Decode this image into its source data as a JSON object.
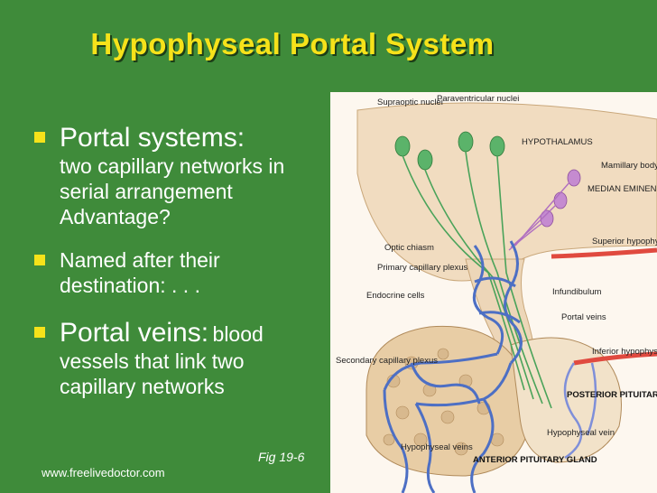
{
  "slide": {
    "title": "Hypophyseal Portal System",
    "bullets": [
      {
        "heading": "Portal systems:",
        "text": "two capillary networks in serial arrangement Advantage?"
      },
      {
        "text": "Named after their destination: . . ."
      },
      {
        "heading": "Portal veins:",
        "text_inline": "blood",
        "text": "vessels that link two capillary networks"
      }
    ],
    "fig_caption": "Fig 19-6",
    "website": "www.freelivedoctor.com"
  },
  "diagram": {
    "labels": {
      "supraoptic": "Supraoptic nuclei",
      "paraventricular": "Paraventricular nuclei",
      "hypothalamus": "HYPOTHALAMUS",
      "mamillary": "Mamillary body",
      "median_eminence": "MEDIAN EMINENCE",
      "superior_artery": "Superior hypophyseal artery",
      "optic_chiasm": "Optic chiasm",
      "primary_plexus": "Primary capillary plexus",
      "infundibulum": "Infundibulum",
      "endocrine_cells": "Endocrine cells",
      "portal_veins": "Portal veins",
      "inferior_artery": "Inferior hypophyseal artery",
      "secondary_plexus": "Secondary capillary plexus",
      "posterior_gland": "POSTERIOR PITUITARY GLAND",
      "hypophyseal_vein": "Hypophyseal vein",
      "hypophyseal_veins": "Hypophyseal veins",
      "anterior_gland": "ANTERIOR PITUITARY GLAND"
    }
  }
}
